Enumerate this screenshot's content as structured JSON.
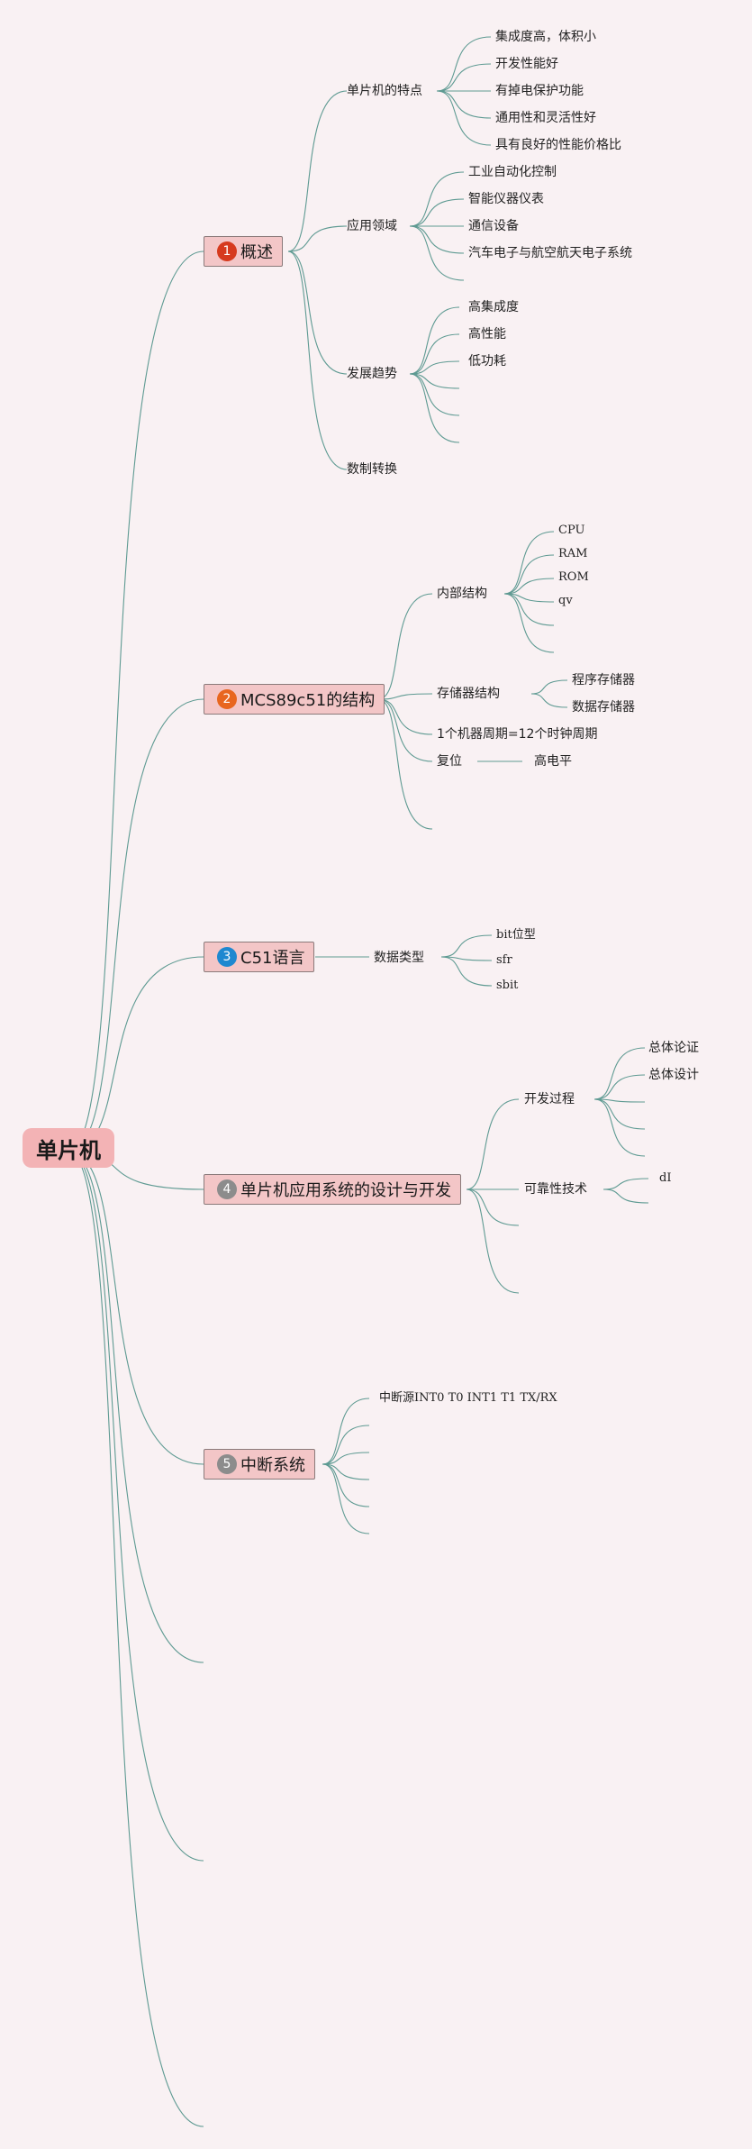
{
  "colors": {
    "background": "#f9f1f3",
    "root_fill": "#f3b3b5",
    "topic_fill": "#f3c6c7",
    "line": "#5e9a92",
    "badge_1": "#d63a1e",
    "badge_2": "#e8661f",
    "badge_3": "#1e88d0",
    "badge_4": "#8c8c8c",
    "badge_5": "#8c8c8c"
  },
  "root": {
    "label": "单片机"
  },
  "topics": [
    {
      "number": "1",
      "label": "概述",
      "children": [
        {
          "label": "单片机的特点",
          "children": [
            "集成度高，体积小",
            "开发性能好",
            "有掉电保护功能",
            "通用性和灵活性好",
            "具有良好的性能价格比"
          ]
        },
        {
          "label": "应用领域",
          "children": [
            "工业自动化控制",
            "智能仪器仪表",
            "通信设备",
            "汽车电子与航空航天电子系统",
            ""
          ]
        },
        {
          "label": "发展趋势",
          "children": [
            "高集成度",
            "高性能",
            "低功耗",
            "",
            "",
            ""
          ]
        },
        {
          "label": "数制转换",
          "children": []
        }
      ]
    },
    {
      "number": "2",
      "label": "MCS89c51的结构",
      "children": [
        {
          "label": "内部结构",
          "children": [
            "CPU",
            "RAM",
            "ROM",
            "qv",
            "",
            ""
          ]
        },
        {
          "label": "存储器结构",
          "children": [
            "程序存储器",
            "数据存储器"
          ]
        },
        {
          "label": "1个机器周期=12个时钟周期",
          "children": []
        },
        {
          "label": "复位",
          "children": [
            "高电平"
          ]
        },
        {
          "label": "",
          "children": []
        }
      ]
    },
    {
      "number": "3",
      "label": "C51语言",
      "children": [
        {
          "label": "数据类型",
          "children": [
            "bit位型",
            "sfr",
            "sbit"
          ]
        }
      ]
    },
    {
      "number": "4",
      "label": "单片机应用系统的设计与开发",
      "children": [
        {
          "label": "开发过程",
          "children": [
            "总体论证",
            "总体设计",
            "",
            "",
            ""
          ]
        },
        {
          "label": "可靠性技术",
          "children": [
            "dI",
            ""
          ]
        },
        {
          "label": "",
          "children": []
        },
        {
          "label": "",
          "children": []
        }
      ]
    },
    {
      "number": "5",
      "label": "中断系统",
      "children": [
        {
          "label": "中断源INT0 T0 INT1 T1 TX/RX",
          "children": []
        },
        {
          "label": "",
          "children": []
        },
        {
          "label": "",
          "children": []
        },
        {
          "label": "",
          "children": []
        },
        {
          "label": "",
          "children": []
        },
        {
          "label": "",
          "children": []
        }
      ]
    }
  ],
  "empty_topics": 3
}
